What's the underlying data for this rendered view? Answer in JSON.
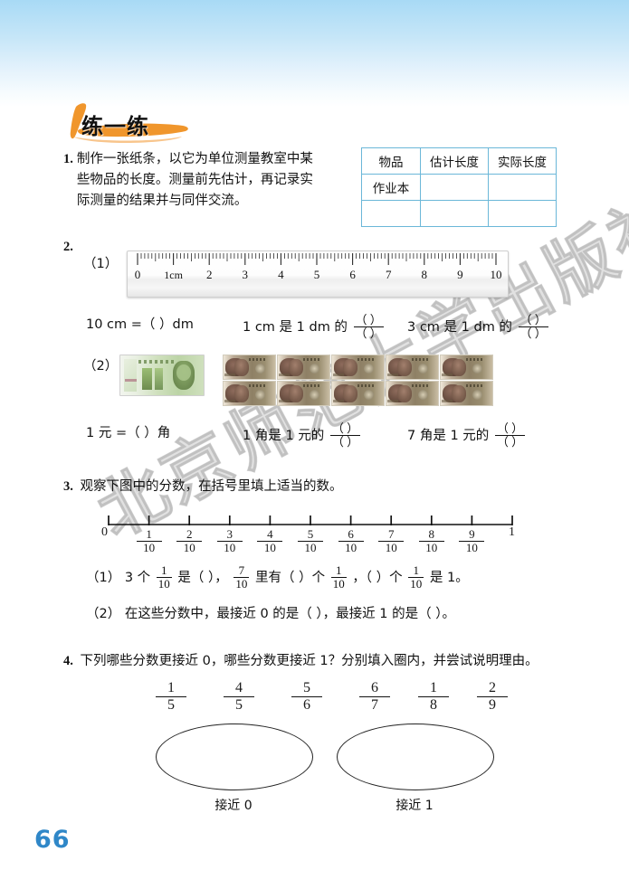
{
  "page": {
    "number": "66",
    "watermark": "北京师范大学出版社",
    "section_title": "练一练",
    "accent_orange": "#f0962c",
    "page_number_color": "#2f87c8",
    "table_border_color": "#6bb7d8"
  },
  "q1": {
    "number": "1.",
    "line1": "制作一张纸条，以它为单位测量教室中某",
    "line2": "些物品的长度。测量前先估计，再记录实",
    "line3": "际测量的结果并与同伴交流。",
    "table": {
      "headers": [
        "物品",
        "估计长度",
        "实际长度"
      ],
      "rows": [
        [
          "作业本",
          "",
          ""
        ],
        [
          "",
          "",
          ""
        ]
      ]
    }
  },
  "q2": {
    "number": "2.",
    "part1_label": "（1）",
    "ruler": {
      "unit_label": "1cm",
      "ticks": [
        "0",
        "1cm",
        "2",
        "3",
        "4",
        "5",
        "6",
        "7",
        "8",
        "9",
        "10"
      ]
    },
    "line1": {
      "item1": "10 cm =（  ）dm",
      "item2_pre": "1 cm 是 1 dm 的",
      "item2_frac": {
        "num": "（ ）",
        "den": "（ ）"
      },
      "item3_pre": "3 cm 是 1 dm 的",
      "item3_frac": {
        "num": "（ ）",
        "den": "（ ）"
      }
    },
    "part2_label": "（2）",
    "money": {
      "yuan_note": "1元",
      "jiao_note": "1角",
      "jiao_count": 10
    },
    "line2": {
      "item1": "1 元 =（  ）角",
      "item2_pre": "1 角是 1 元的",
      "item2_frac": {
        "num": "（ ）",
        "den": "（ ）"
      },
      "item3_pre": "7 角是 1 元的",
      "item3_frac": {
        "num": "（ ）",
        "den": "（ ）"
      }
    }
  },
  "q3": {
    "number": "3.",
    "prompt": "观察下图中的分数，在括号里填上适当的数。",
    "numberline": {
      "start": "0",
      "end": "1",
      "fractions": [
        {
          "num": "1",
          "den": "10"
        },
        {
          "num": "2",
          "den": "10"
        },
        {
          "num": "3",
          "den": "10"
        },
        {
          "num": "4",
          "den": "10"
        },
        {
          "num": "5",
          "den": "10"
        },
        {
          "num": "6",
          "den": "10"
        },
        {
          "num": "7",
          "den": "10"
        },
        {
          "num": "8",
          "den": "10"
        },
        {
          "num": "9",
          "den": "10"
        }
      ]
    },
    "sub1": {
      "label": "（1）",
      "p1": "3 个",
      "f1": {
        "num": "1",
        "den": "10"
      },
      "p2": "是（  ），",
      "f2": {
        "num": "7",
        "den": "10"
      },
      "p3": "里有（  ）个",
      "f3": {
        "num": "1",
        "den": "10"
      },
      "p4": "，（  ）个",
      "f4": {
        "num": "1",
        "den": "10"
      },
      "p5": "是 1。"
    },
    "sub2": {
      "label": "（2）",
      "text": "在这些分数中，最接近 0 的是（  ），最接近 1 的是（  ）。"
    }
  },
  "q4": {
    "number": "4.",
    "prompt": "下列哪些分数更接近 0，哪些分数更接近 1？分别填入圈内，并尝试说明理由。",
    "fractions": [
      {
        "num": "1",
        "den": "5"
      },
      {
        "num": "4",
        "den": "5"
      },
      {
        "num": "5",
        "den": "6"
      },
      {
        "num": "6",
        "den": "7"
      },
      {
        "num": "1",
        "den": "8"
      },
      {
        "num": "2",
        "den": "9"
      }
    ],
    "circle_left_label": "接近 0",
    "circle_right_label": "接近 1"
  }
}
